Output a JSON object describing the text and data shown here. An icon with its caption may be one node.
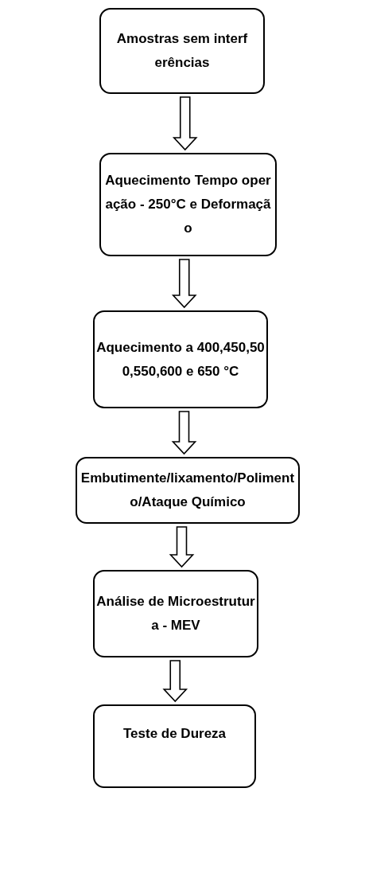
{
  "diagram": {
    "nodes": [
      {
        "text": [
          "Amostras sem interferências"
        ]
      },
      {
        "text": [
          "Aquecimento Tempo operação  - 250°C e Deformação"
        ]
      },
      {
        "text": [
          "Aquecimento a 400,450,500,550,600 e 650 °C"
        ]
      },
      {
        "text": [
          "Embutimente/lixamento/Polimento/Ataque Químico"
        ]
      },
      {
        "text": [
          "Análise de Microestrutura - MEV"
        ]
      },
      {
        "text": [
          "Teste de Dureza"
        ]
      }
    ],
    "edges": [
      {
        "from": 0,
        "to": 1,
        "arrow": "to"
      },
      {
        "from": 1,
        "to": 2,
        "arrow": "to"
      },
      {
        "from": 2,
        "to": 3,
        "arrow": "to"
      },
      {
        "from": 3,
        "to": 4,
        "arrow": "to"
      },
      {
        "from": 4,
        "to": 5,
        "arrow": "to"
      }
    ]
  }
}
